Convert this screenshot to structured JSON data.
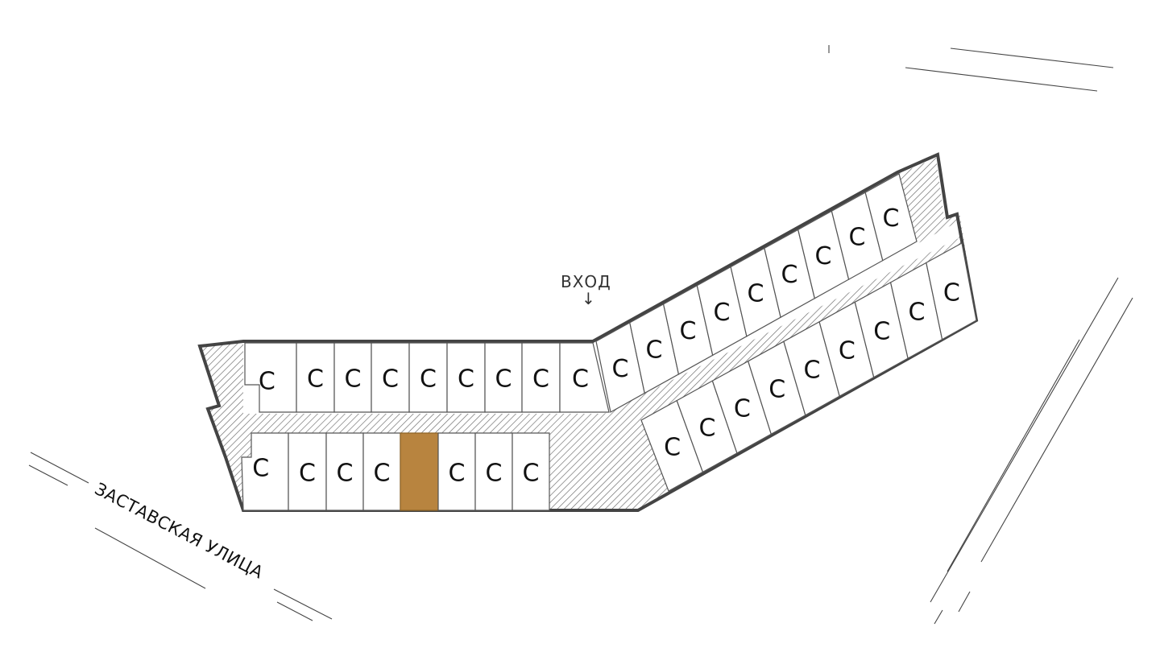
{
  "plan": {
    "street_label": "ЗАСТАВСКАЯ УЛИЦА",
    "entrance_label": "ВХОД",
    "entrance_arrow": "↓",
    "selected_color": "#b8843f",
    "outline_color": "#555555",
    "units_upper_horizontal": [
      "C",
      "C",
      "C",
      "C",
      "C",
      "C",
      "C",
      "C",
      "C"
    ],
    "units_lower_horizontal": [
      "C",
      "C",
      "C",
      "C",
      "",
      "C",
      "C",
      "C"
    ],
    "selected_unit": "lower-horizontal-5",
    "units_upper_diagonal": [
      "C",
      "C",
      "C",
      "C",
      "C",
      "C",
      "C",
      "C",
      "C"
    ],
    "units_lower_diagonal": [
      "C",
      "C",
      "C",
      "C",
      "C",
      "C",
      "C",
      "C",
      "C"
    ]
  }
}
